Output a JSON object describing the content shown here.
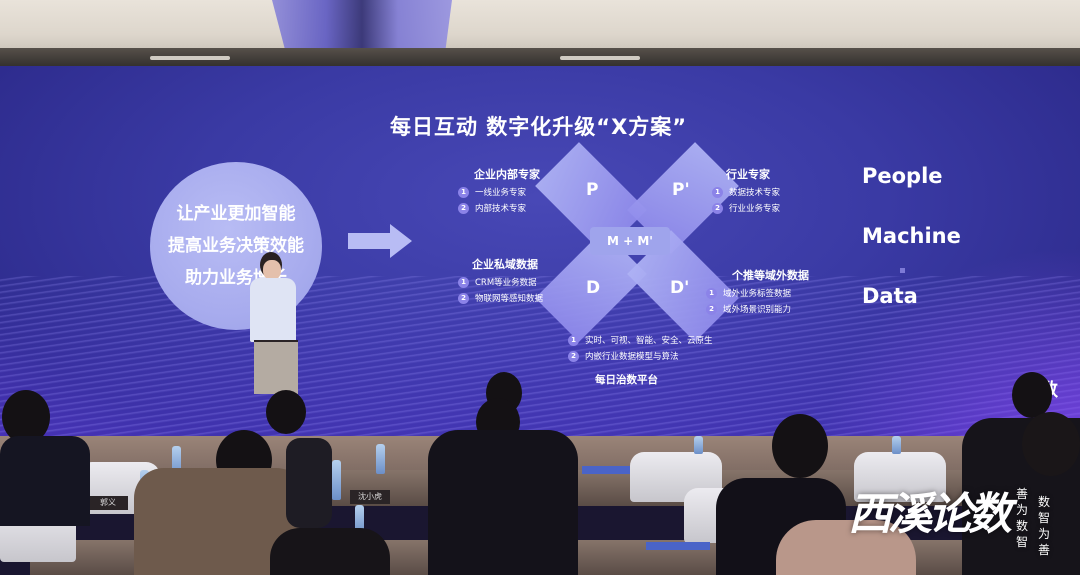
{
  "slide": {
    "title": "每日互动  数字化升级“X方案”",
    "circle_lines": [
      "让产业更加智能",
      "提高业务决策效能",
      "助力业务增长"
    ],
    "arrow_icon": "right-arrow-icon",
    "x_diagram": {
      "petals": [
        "P",
        "P'",
        "D",
        "D'"
      ],
      "center": "M + M'"
    },
    "groups": {
      "top_left": {
        "title": "企业内部专家",
        "items": [
          "一线业务专家",
          "内部技术专家"
        ]
      },
      "bottom_left": {
        "title": "企业私域数据",
        "items": [
          "CRM等业务数据",
          "物联网等感知数据"
        ]
      },
      "top_right": {
        "title": "行业专家",
        "items": [
          "数据技术专家",
          "行业业务专家"
        ]
      },
      "bottom_right": {
        "title": "个推等域外数据",
        "items": [
          "域外业务标签数据",
          "域外场景识别能力"
        ]
      },
      "bottom_center": {
        "items": [
          "实时、可视、智能、安全、云原生",
          "内嵌行业数据模型与算法"
        ]
      }
    },
    "numbers": [
      "1",
      "2"
    ],
    "platform": "每日治数平台",
    "pmd": [
      "People",
      "Machine",
      "Data"
    ],
    "corner_logo": "论数"
  },
  "room": {
    "nameplates": [
      "郭义",
      "沈小虎"
    ]
  },
  "watermark": {
    "title": "西溪论数",
    "slogan_left": "善为数智",
    "slogan_right": "数智为善"
  },
  "colors": {
    "screen_blue": "#3a3aa4",
    "circle": "#a8acee",
    "petal": "#9fa4ec",
    "number_badge": "#8b83e8"
  }
}
